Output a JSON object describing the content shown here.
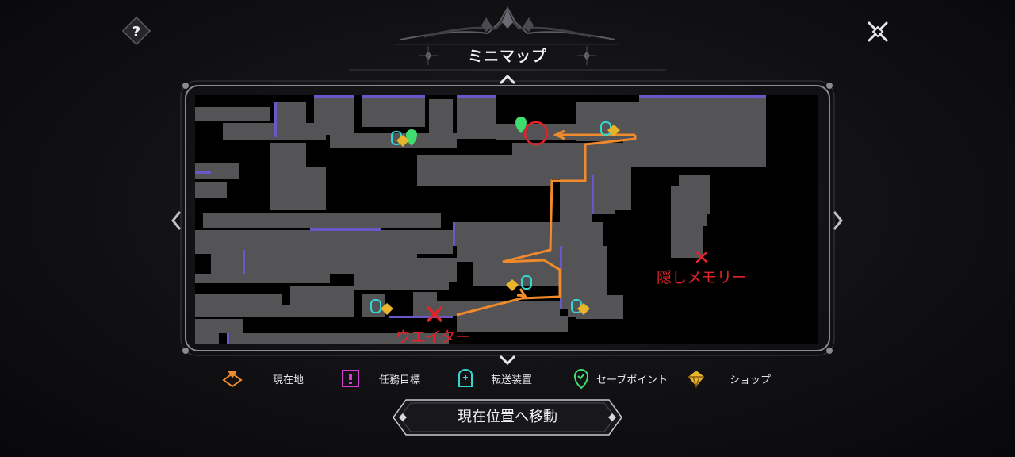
{
  "header": {
    "title": "ミニマップ",
    "help_icon_glyph": "?"
  },
  "map": {
    "annotations": {
      "waiter": "ウエイター",
      "hidden_memory": "隠しメモリー"
    },
    "route_color": "#f08a2c",
    "marker_color": "#e2242a"
  },
  "legend": [
    {
      "icon": "current-location-icon",
      "label": "現在地",
      "color": "#f08a2c"
    },
    {
      "icon": "mission-target-icon",
      "label": "任務目標",
      "color": "#d43cd2"
    },
    {
      "icon": "teleporter-icon",
      "label": "転送装置",
      "color": "#36d6d0"
    },
    {
      "icon": "save-point-icon",
      "label": "セーブポイント",
      "color": "#3fdc6e"
    },
    {
      "icon": "shop-icon",
      "label": "ショップ",
      "color": "#e8b42a"
    }
  ],
  "actions": {
    "goto_current_label": "現在位置へ移動"
  }
}
